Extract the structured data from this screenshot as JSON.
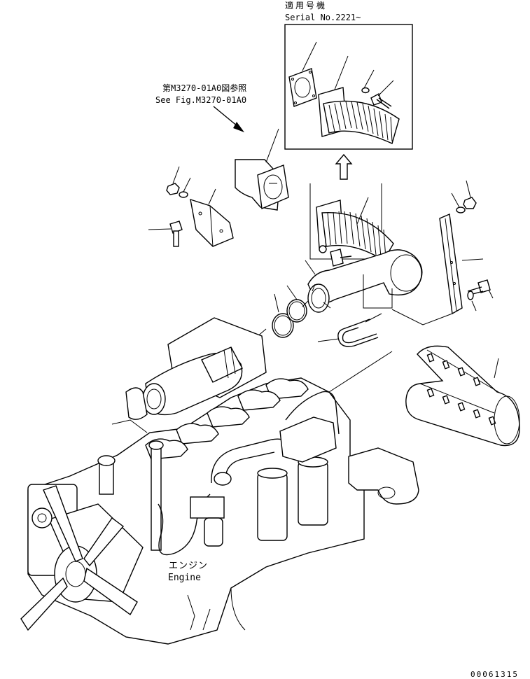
{
  "inset": {
    "applicable_label": "適用号機",
    "serial_label": "Serial No.2221~"
  },
  "reference": {
    "jp": "第M3270-01A0図参照",
    "en": "See Fig.M3270-01A0"
  },
  "engine_label": {
    "jp": "エンジン",
    "en": "Engine"
  },
  "figure_code": "00061315"
}
